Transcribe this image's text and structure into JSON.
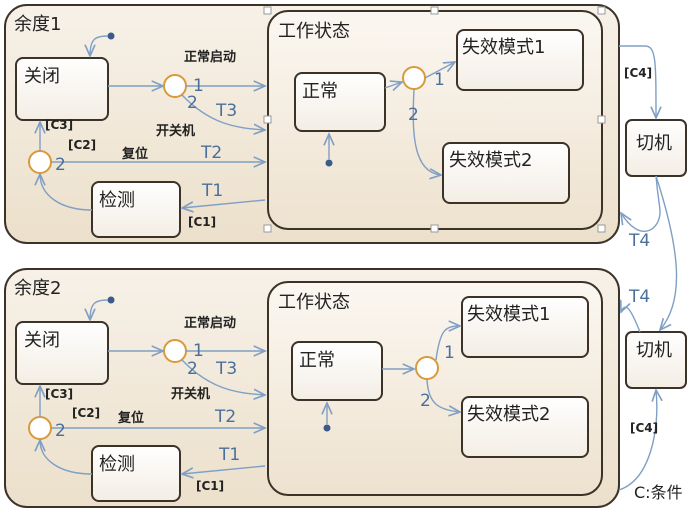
{
  "redundancy": [
    {
      "title": "余度1",
      "work_state": "工作状态",
      "off": "关闭",
      "detect": "检测",
      "normal": "正常",
      "fail1": "失效模式1",
      "fail2": "失效模式2",
      "normal_start": "正常启动",
      "switch_machine": "开关机",
      "reset": "复位",
      "c1": "[C1]",
      "c2": "[C2]",
      "c3": "[C3]",
      "t1": "T1",
      "t2": "T2",
      "t3": "T3",
      "n1": "1",
      "n2": "2",
      "m1": "1",
      "m2": "2",
      "k2": "2"
    },
    {
      "title": "余度2",
      "work_state": "工作状态",
      "off": "关闭",
      "detect": "检测",
      "normal": "正常",
      "fail1": "失效模式1",
      "fail2": "失效模式2",
      "normal_start": "正常启动",
      "switch_machine": "开关机",
      "reset": "复位",
      "c1": "[C1]",
      "c2": "[C2]",
      "c3": "[C3]",
      "t1": "T1",
      "t2": "T2",
      "t3": "T3",
      "n1": "1",
      "n2": "2",
      "m1": "1",
      "m2": "2",
      "k2": "2"
    }
  ],
  "switch_top": "切机",
  "switch_bottom": "切机",
  "c4_top": "[C4]",
  "c4_bottom": "[C4]",
  "t4_a": "T4",
  "t4_b": "T4",
  "legend": "C:条件",
  "colors": {
    "container_fill": "#f4ecdf",
    "state_border": "#3b3228",
    "junction": "#d89a3a",
    "wire": "#7f9fc4"
  }
}
